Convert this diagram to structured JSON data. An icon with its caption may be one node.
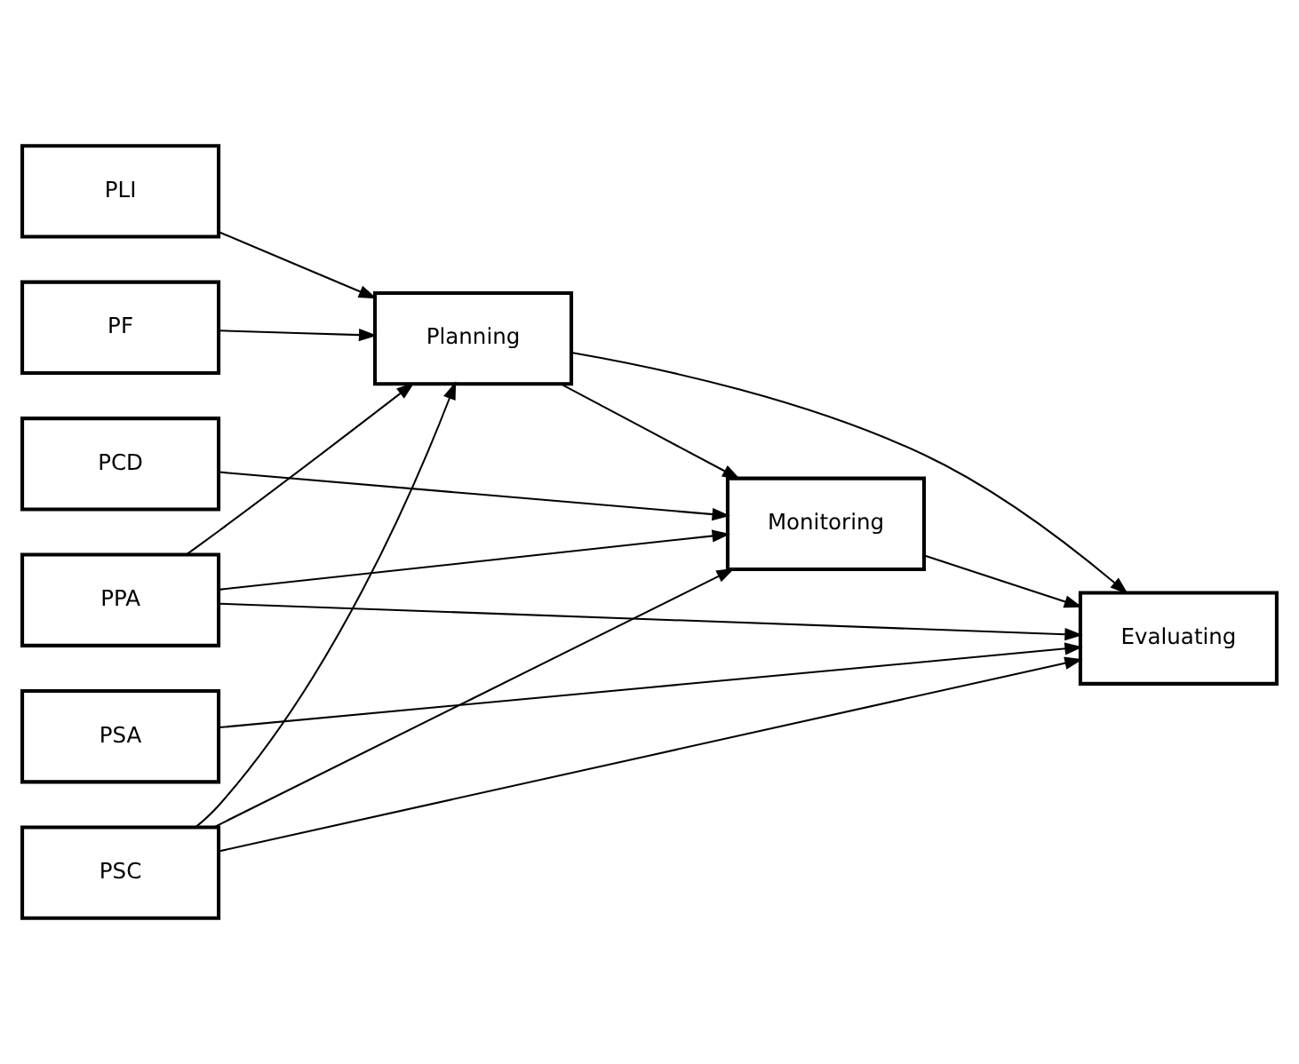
{
  "diagram": {
    "nodes": [
      {
        "text": [
          "PLI"
        ]
      },
      {
        "text": [
          "PF"
        ]
      },
      {
        "text": [
          "PCD"
        ]
      },
      {
        "text": [
          "PPA"
        ]
      },
      {
        "text": [
          "PSA"
        ]
      },
      {
        "text": [
          "PSC"
        ]
      },
      {
        "text": [
          "Planning"
        ]
      },
      {
        "text": [
          "Monitoring"
        ]
      },
      {
        "text": [
          "Evaluating"
        ]
      }
    ],
    "edges": [
      {
        "from": 0,
        "to": 6,
        "arrow": "to"
      },
      {
        "from": 1,
        "to": 6,
        "arrow": "to"
      },
      {
        "from": 2,
        "to": 7,
        "arrow": "to"
      },
      {
        "from": 3,
        "to": 6,
        "arrow": "to"
      },
      {
        "from": 3,
        "to": 7,
        "arrow": "to"
      },
      {
        "from": 3,
        "to": 8,
        "arrow": "to"
      },
      {
        "from": 4,
        "to": 8,
        "arrow": "to"
      },
      {
        "from": 5,
        "to": 6,
        "arrow": "to"
      },
      {
        "from": 5,
        "to": 7,
        "arrow": "to"
      },
      {
        "from": 5,
        "to": 8,
        "arrow": "to"
      },
      {
        "from": 6,
        "to": 7,
        "arrow": "to"
      },
      {
        "from": 6,
        "to": 8,
        "arrow": "to"
      },
      {
        "from": 7,
        "to": 8,
        "arrow": "to"
      }
    ]
  }
}
